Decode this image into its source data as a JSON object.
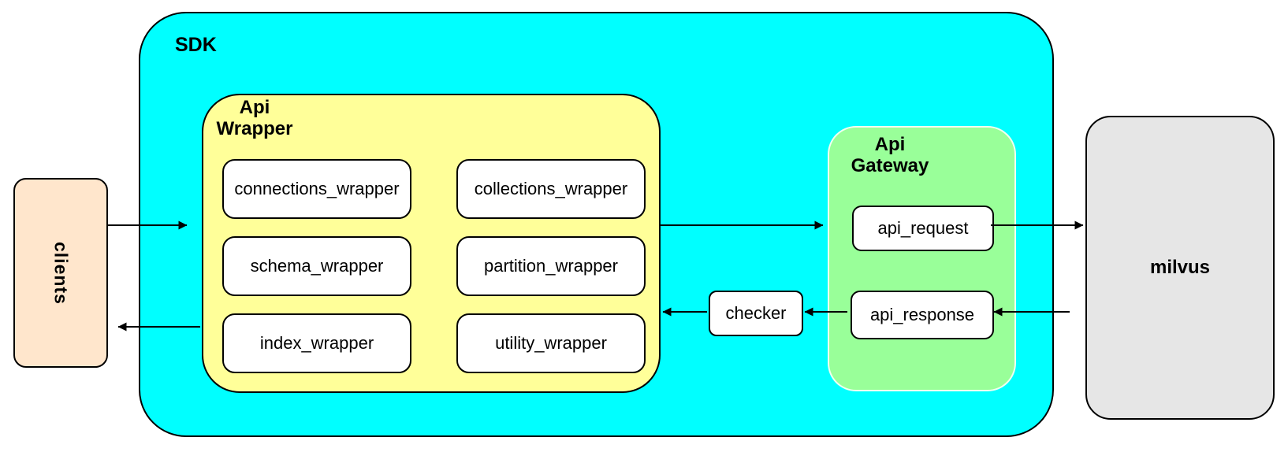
{
  "diagram": {
    "clients": {
      "label": "clients"
    },
    "sdk": {
      "label": "SDK",
      "api_wrapper": {
        "label": "Api\nWrapper",
        "nodes": [
          "connections_wrapper",
          "collections_wrapper",
          "schema_wrapper",
          "partition_wrapper",
          "index_wrapper",
          "utility_wrapper"
        ]
      },
      "checker": {
        "label": "checker"
      },
      "api_gateway": {
        "label": "Api\nGateway",
        "nodes": [
          "api_request",
          "api_response"
        ]
      }
    },
    "milvus": {
      "label": "milvus"
    },
    "arrows": [
      {
        "from": "clients",
        "to": "api_wrapper"
      },
      {
        "from": "api_wrapper",
        "to": "api_request"
      },
      {
        "from": "api_request",
        "to": "milvus"
      },
      {
        "from": "milvus",
        "to": "api_response"
      },
      {
        "from": "api_response",
        "to": "checker"
      },
      {
        "from": "checker",
        "to": "api_wrapper"
      },
      {
        "from": "api_wrapper",
        "to": "clients"
      }
    ],
    "colors": {
      "sdk_fill": "#00ffff",
      "api_wrapper_fill": "#ffff99",
      "api_gateway_fill": "#99ff99",
      "clients_fill": "#ffe6cc",
      "milvus_fill": "#e6e6e6",
      "node_fill": "#ffffff",
      "border": "#000000"
    }
  }
}
